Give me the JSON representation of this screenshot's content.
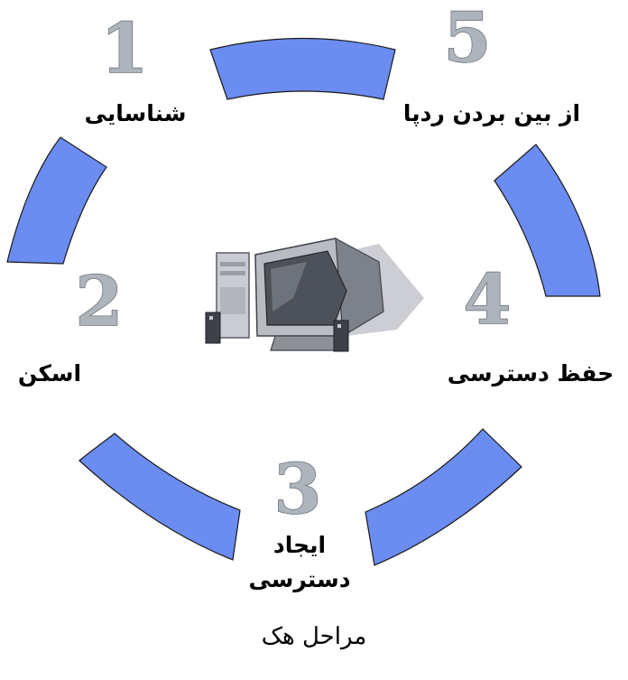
{
  "colors": {
    "arc_fill": "#6b8cf0",
    "arc_stroke": "#1a1a1a",
    "number_fill": "#aeb4bc"
  },
  "steps": [
    {
      "number": "1",
      "label": "شناسایی"
    },
    {
      "number": "2",
      "label": "اسکن"
    },
    {
      "number": "3",
      "label": "ایجاد دسترسی"
    },
    {
      "number": "4",
      "label": "حفظ دسترسی"
    },
    {
      "number": "5",
      "label": "از بین بردن ردپا"
    }
  ],
  "caption": "مراحل هک",
  "center_icon": "computer-icon"
}
